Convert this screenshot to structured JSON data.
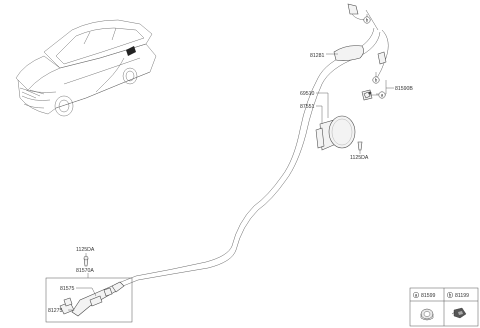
{
  "labels": {
    "p81281": "81281",
    "p69510": "69510",
    "p87551": "87551",
    "p81590B": "81590B",
    "p1125DA_a": "1125DA",
    "p1125DA_b": "1125DA",
    "p81570A": "81570A",
    "p81575": "81575",
    "p81275": "81275"
  },
  "callouts": {
    "a": "a",
    "b": "b"
  },
  "legend": {
    "a_letter": "a",
    "a_part": "81599",
    "b_letter": "b",
    "b_part": "81199"
  }
}
